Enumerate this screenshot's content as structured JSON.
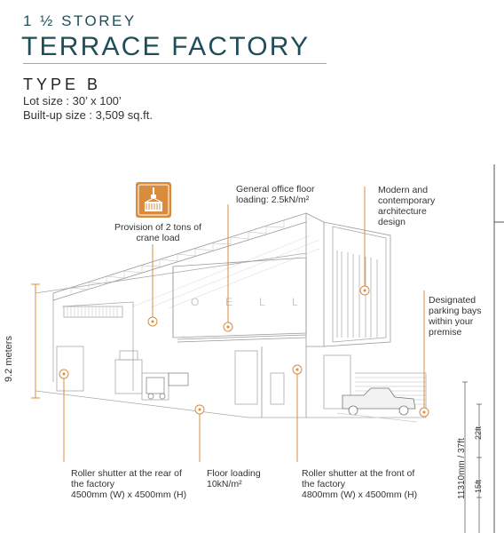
{
  "header": {
    "storey": "1 ½ STOREY",
    "title": "TERRACE FACTORY",
    "type": "TYPE B",
    "lot_size": "Lot size : 30’ x 100’",
    "built_up": "Built-up size : 3,509 sq.ft."
  },
  "colors": {
    "accent": "#d98c3d",
    "title": "#1f4e5a",
    "rule": "#c9a06b",
    "icon_bg": "#d98c3d"
  },
  "icons": {
    "crane": "crane-load-icon"
  },
  "callouts": {
    "crane": [
      "Provision of 2 tons of",
      "crane load"
    ],
    "office": [
      "General office floor",
      "loading: 2.5kN/m²"
    ],
    "modern": [
      "Modern and",
      "contemporary",
      "architecture",
      "design"
    ],
    "parking": [
      "Designated",
      "parking bays",
      "within your",
      "premise"
    ],
    "rear": [
      "Roller shutter at the rear of",
      "the factory",
      "4500mm (W) x 4500mm (H)"
    ],
    "floor": [
      "Floor loading",
      "10kN/m²"
    ],
    "front": [
      "Roller shutter at the front of",
      "the factory",
      "4800mm (W) x 4500mm (H)"
    ]
  },
  "dimensions": {
    "height": "9.2 meters",
    "side": "11310mm / 37ft",
    "upper": "22ft",
    "lower": "15ft"
  }
}
